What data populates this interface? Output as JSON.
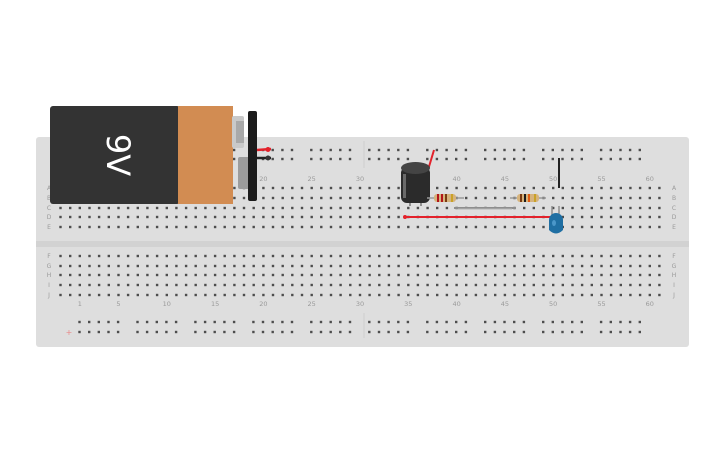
{
  "battery": {
    "label": "9V"
  },
  "breadboard": {
    "column_numbers": [
      "1",
      "5",
      "10",
      "15",
      "20",
      "25",
      "30",
      "35",
      "40",
      "45",
      "50",
      "55",
      "60"
    ],
    "row_letters_top": [
      "A",
      "B",
      "C",
      "D",
      "E"
    ],
    "row_letters_bottom": [
      "F",
      "G",
      "H",
      "I",
      "J"
    ],
    "rail_plus_symbol": "+"
  },
  "colors": {
    "board": "#dedede",
    "hole": "#4d4d4d",
    "red_wire": "#e3222b",
    "black_wire": "#222222",
    "battery_body": "#333333",
    "battery_label_band": "#d28c52",
    "led": "#1f6fa3",
    "capacitor": "#2b2b2b"
  },
  "components": [
    "9V battery with snap connector",
    "electrolytic capacitor",
    "resistor",
    "resistor",
    "LED",
    "red jumper wire",
    "black jumper wire",
    "gray jumper wire"
  ]
}
